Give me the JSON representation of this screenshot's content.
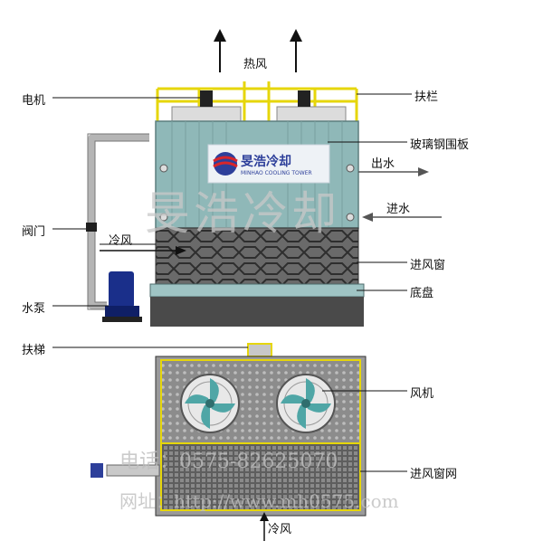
{
  "labels": {
    "hot_air": "热风",
    "motor": "电机",
    "railing": "扶栏",
    "frp_panel": "玻璃钢围板",
    "water_out": "出水",
    "water_in": "进水",
    "valve": "阀门",
    "cold_air_top": "冷风",
    "air_inlet_window": "进风窗",
    "basin": "底盘",
    "pump": "水泵",
    "ladder": "扶梯",
    "fan": "风机",
    "inlet_window_mesh": "进风窗网",
    "cold_air_bottom": "冷风"
  },
  "logo": {
    "cn": "旻浩冷却",
    "en": "MINHAO COOLING TOWER"
  },
  "watermark": {
    "big": "旻浩冷却",
    "phone": "电话：0575-82625070",
    "web": "网址：http://www.mh0575.com"
  },
  "colors": {
    "casing": "#8fb8b8",
    "frame": "#e6d60a",
    "mesh": "#5e5e5e",
    "base": "#4a4a4a",
    "pump": "#1a2f8a"
  }
}
